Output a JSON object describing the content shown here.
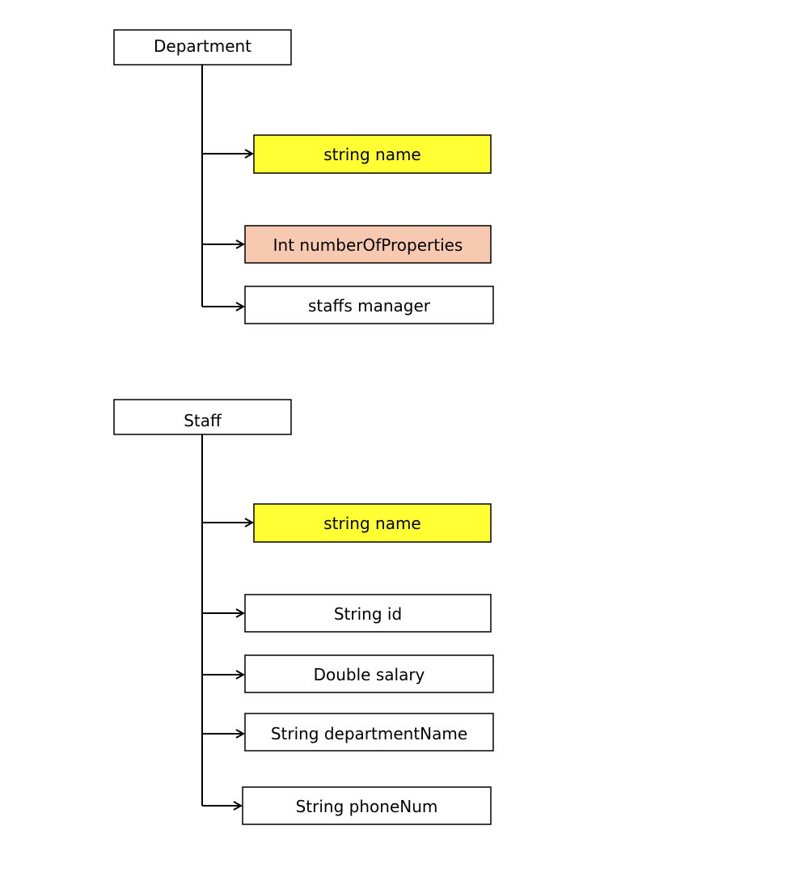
{
  "colors": {
    "highlight_yellow": "#ffff33",
    "highlight_peach": "#f7c9b0",
    "plain": "#ffffff",
    "line": "#000000"
  },
  "groups": [
    {
      "name": "Department",
      "fields": [
        {
          "label": "string name",
          "fill": "highlight_yellow"
        },
        {
          "label": "Int numberOfProperties",
          "fill": "highlight_peach"
        },
        {
          "label": "staffs manager",
          "fill": "plain"
        }
      ]
    },
    {
      "name": "Staff",
      "fields": [
        {
          "label": "string name",
          "fill": "highlight_yellow"
        },
        {
          "label": "String id",
          "fill": "plain"
        },
        {
          "label": "Double salary",
          "fill": "plain"
        },
        {
          "label": "String departmentName",
          "fill": "plain"
        },
        {
          "label": "String phoneNum",
          "fill": "plain"
        }
      ]
    }
  ]
}
